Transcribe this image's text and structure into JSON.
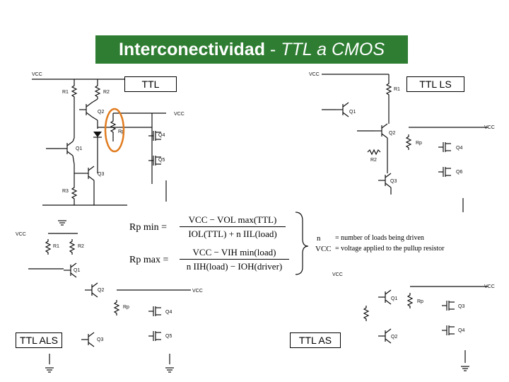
{
  "slide": {
    "title_main": "Interconectividad",
    "title_sep": " - ",
    "title_sub": "TTL a CMOS",
    "labels": {
      "ttl": "TTL",
      "ttl_ls": "TTL LS",
      "ttl_als": "TTL ALS",
      "ttl_as": "TTL AS"
    },
    "circuit_labels": {
      "vcc": "VCC",
      "r1": "R1",
      "r2": "R2",
      "r3": "R3",
      "q1": "Q1",
      "q2": "Q2",
      "q3": "Q3",
      "q4": "Q4",
      "q5": "Q5",
      "q6": "Q6",
      "rp": "Rp"
    },
    "formula": {
      "rpmin_lhs": "Rp min =",
      "rpmin_num": "VCC − VOL max(TTL)",
      "rpmin_den": "IOL(TTL) + n IIL(load)",
      "rpmax_lhs": "Rp max =",
      "rpmax_num": "VCC − VIH min(load)",
      "rpmax_den": "n IIH(load) − IOH(driver)",
      "legend_n_sym": "n",
      "legend_n_text": "= number of loads being driven",
      "legend_vcc_sym": "VCC",
      "legend_vcc_text": "= voltage applied to the pullup resistor"
    },
    "colors": {
      "title_bg": "#2e7d32",
      "highlight": "#e07b1e"
    }
  }
}
